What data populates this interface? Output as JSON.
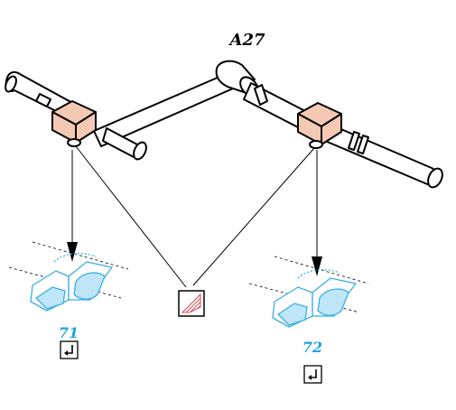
{
  "figure": {
    "title": "A27",
    "parts": [
      {
        "id": "left",
        "number": "71",
        "action": "↵"
      },
      {
        "id": "right",
        "number": "72",
        "action": "↵"
      }
    ]
  },
  "colors": {
    "ink": "#000000",
    "clamp_fill": "#f3c9b4",
    "part_blue": "#3aaee6",
    "part_blue_light": "#bfe6f8",
    "part_label": "#1aa6dc",
    "seal_red": "#d3202a"
  },
  "icons": {
    "center": "adhesive-tube-icon",
    "return": "return-arrow-icon"
  }
}
